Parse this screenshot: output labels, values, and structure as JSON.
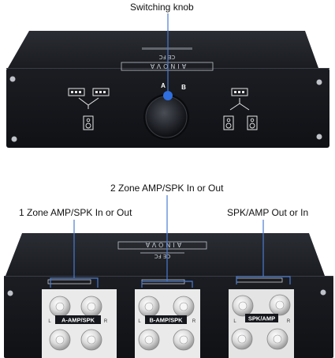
{
  "callouts": {
    "knob": "Switching knob",
    "zone2": "2 Zone AMP/SPK In or Out",
    "zone1": "1 Zone AMP/SPK In or Out",
    "spk_amp": "SPK/AMP Out or In"
  },
  "front_panel": {
    "brand_text": "AINOVA",
    "cert_text": "CE FC",
    "selector_a": "A",
    "selector_b": "B"
  },
  "back_panel": {
    "brand_text": "AINOVA",
    "cert_text": "CE FC",
    "group_a_label": "A-AMP/SPK",
    "group_b_label": "B-AMP/SPK",
    "group_c_label": "SPK/AMP",
    "terminal_l": "L",
    "terminal_r": "R"
  },
  "colors": {
    "callout_line": "#4a7bd0",
    "panel_black": "#15171c",
    "knob_dot": "#2f6fe0"
  }
}
